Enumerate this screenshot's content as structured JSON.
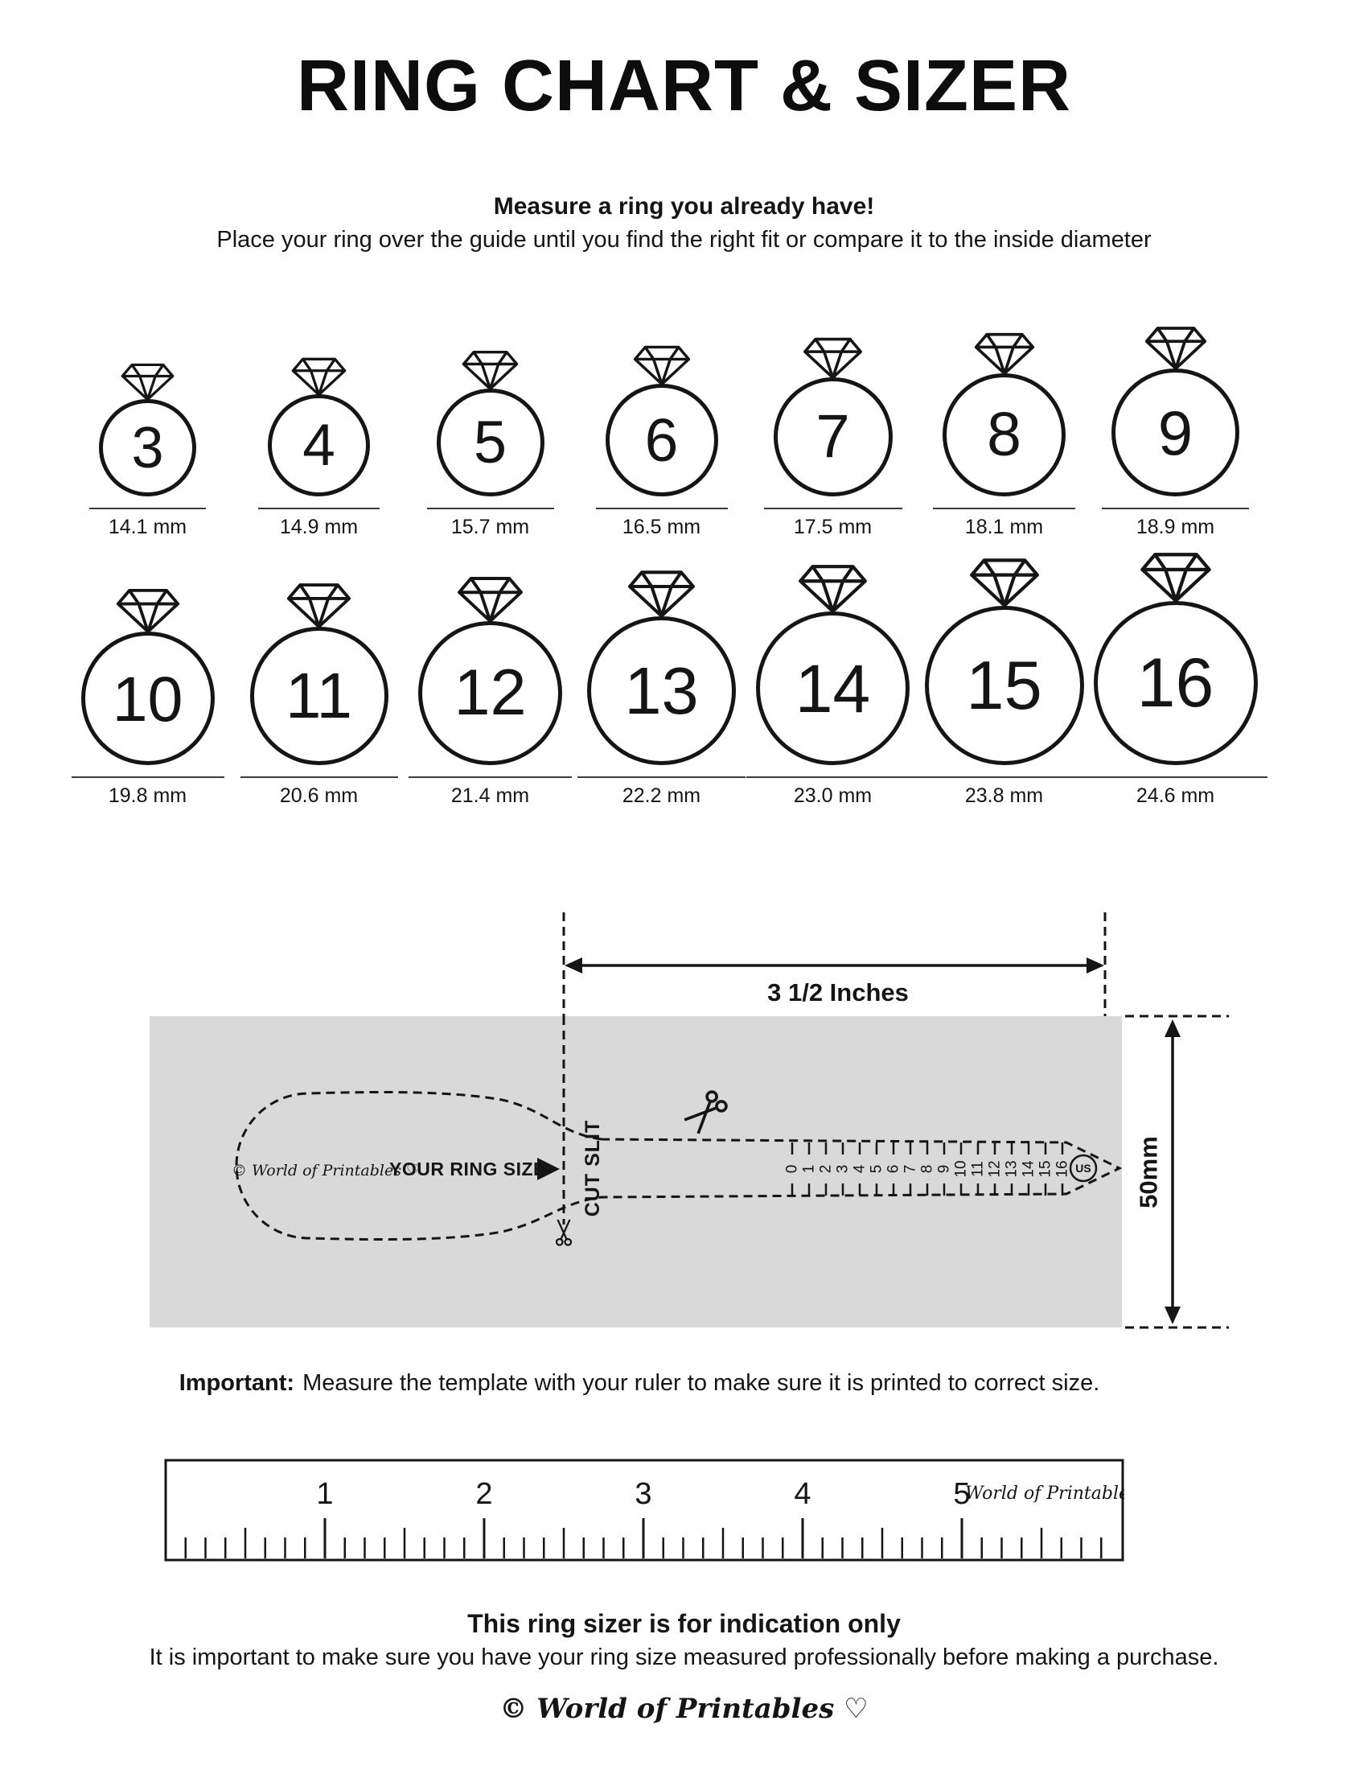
{
  "colors": {
    "ink": "#151515",
    "panel_gray": "#d9d9d9"
  },
  "icons": {
    "diamond": "gem-outline",
    "scissors": "✂",
    "heart": "♡",
    "pointer": "▶"
  },
  "header": {
    "title": "RING CHART & SIZER",
    "tagline_bold": "Measure a ring you already have!",
    "tagline": "Place your ring over the guide until you find the right fit or compare it to the inside diameter"
  },
  "ring_chart": {
    "rows": [
      [
        {
          "size": "3",
          "diameter_mm": 14.1,
          "diameter_label": "14.1 mm"
        },
        {
          "size": "4",
          "diameter_mm": 14.9,
          "diameter_label": "14.9 mm"
        },
        {
          "size": "5",
          "diameter_mm": 15.7,
          "diameter_label": "15.7 mm"
        },
        {
          "size": "6",
          "diameter_mm": 16.5,
          "diameter_label": "16.5 mm"
        },
        {
          "size": "7",
          "diameter_mm": 17.5,
          "diameter_label": "17.5 mm"
        },
        {
          "size": "8",
          "diameter_mm": 18.1,
          "diameter_label": "18.1 mm"
        },
        {
          "size": "9",
          "diameter_mm": 18.9,
          "diameter_label": "18.9 mm"
        }
      ],
      [
        {
          "size": "10",
          "diameter_mm": 19.8,
          "diameter_label": "19.8 mm"
        },
        {
          "size": "11",
          "diameter_mm": 20.6,
          "diameter_label": "20.6 mm"
        },
        {
          "size": "12",
          "diameter_mm": 21.4,
          "diameter_label": "21.4 mm"
        },
        {
          "size": "13",
          "diameter_mm": 22.2,
          "diameter_label": "22.2 mm"
        },
        {
          "size": "14",
          "diameter_mm": 23.0,
          "diameter_label": "23.0 mm"
        },
        {
          "size": "15",
          "diameter_mm": 23.8,
          "diameter_label": "23.8 mm"
        },
        {
          "size": "16",
          "diameter_mm": 24.6,
          "diameter_label": "24.6 mm"
        }
      ]
    ]
  },
  "sizer": {
    "width_label": "3 1/2 Inches",
    "height_label": "50mm",
    "cut_slit_label": "CUT SLIT",
    "brand": "© World of Printables ♡",
    "ring_size_label": "YOUR RING SIZE",
    "unit_badge": "US",
    "scale_numbers": [
      "0",
      "1",
      "2",
      "3",
      "4",
      "5",
      "6",
      "7",
      "8",
      "9",
      "10",
      "11",
      "12",
      "13",
      "14",
      "15",
      "16"
    ],
    "note_bold": "Important:",
    "note": "Measure the template with your ruler to make sure it is printed to correct size."
  },
  "ruler": {
    "numbers": [
      "1",
      "2",
      "3",
      "4",
      "5"
    ],
    "brand": "World of Printables ♡"
  },
  "footer": {
    "disclaimer_bold": "This ring sizer is for indication only",
    "disclaimer": "It is important to make sure you have your ring size measured professionally before making a purchase.",
    "brand": "© World of Printables ♡"
  }
}
